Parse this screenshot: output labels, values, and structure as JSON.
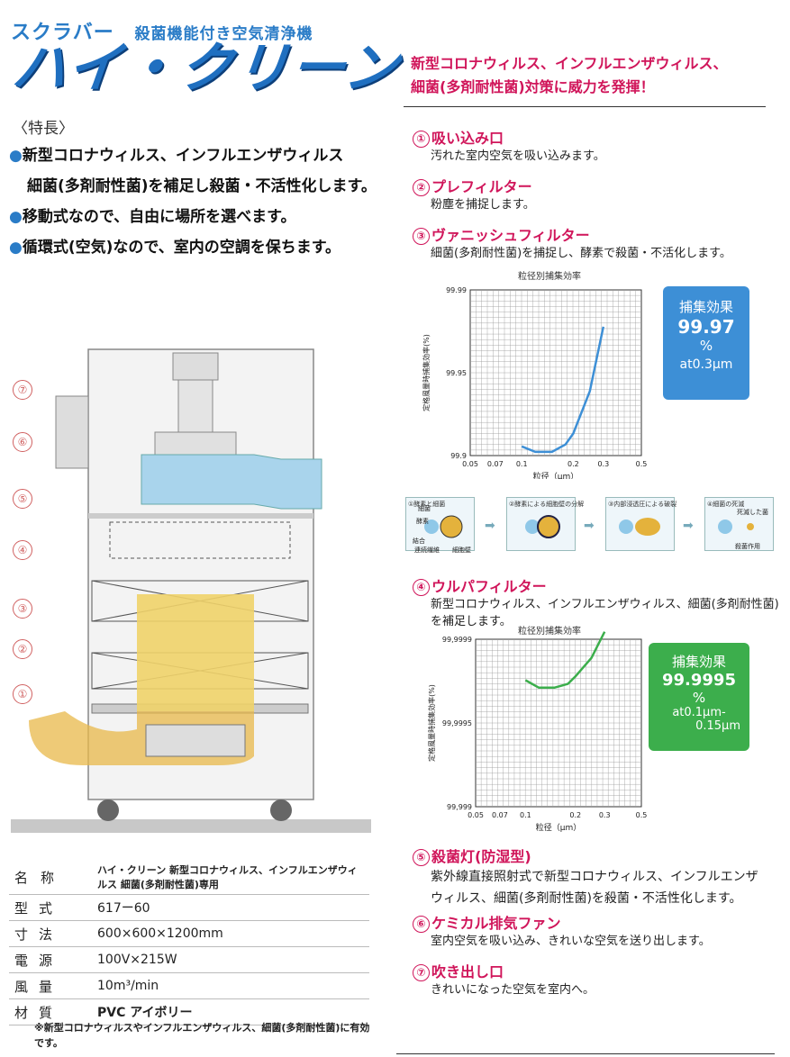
{
  "brand": {
    "name": "スクラバー",
    "subtitle": "殺菌機能付き空気清浄機",
    "logo": "ハイ・クリーン"
  },
  "headline": {
    "line1": "新型コロナウィルス、インフルエンザウィルス、",
    "line2": "細菌(多剤耐性菌)対策に威力を発揮！"
  },
  "features": {
    "title": "〈特長〉",
    "items": [
      "新型コロナウィルス、インフルエンザウィルス",
      "細菌(多剤耐性菌)を補足し殺菌・不活性化します。",
      "移動式なので、自由に場所を選べます。",
      "循環式(空気)なので、室内の空調を保ちます。"
    ]
  },
  "diagram": {
    "numbers": [
      "⑦",
      "⑥",
      "⑤",
      "④",
      "③",
      "②",
      "①"
    ]
  },
  "parts": [
    {
      "num": "①",
      "title": "吸い込み口",
      "desc": [
        "汚れた室内空気を吸い込みます。"
      ]
    },
    {
      "num": "②",
      "title": "プレフィルター",
      "desc": [
        "粉塵を捕捉します。"
      ]
    },
    {
      "num": "③",
      "title": "ヴァニッシュフィルター",
      "desc": [
        "細菌(多剤耐性菌)を捕捉し、酵素で殺菌・不活化します。"
      ]
    },
    {
      "num": "④",
      "title": "ウルパフィルター",
      "desc": [
        "新型コロナウィルス、インフルエンザウィルス、細菌(多剤耐性菌)",
        "を補足します。"
      ]
    },
    {
      "num": "⑤",
      "title": "殺菌灯(防湿型)",
      "desc": [
        "紫外線直接照射式で新型コロナウィルス、インフルエンザ",
        "ウィルス、細菌(多剤耐性菌)を殺菌・不活性化します。"
      ]
    },
    {
      "num": "⑥",
      "title": "ケミカル排気ファン",
      "desc": [
        "室内空気を吸い込み、きれいな空気を送り出します。"
      ]
    },
    {
      "num": "⑦",
      "title": "吹き出し口",
      "desc": [
        "きれいになった空気を室内へ。"
      ]
    }
  ],
  "charts_text": {
    "chart1_badge": {
      "label": "捕集効果",
      "value": "99.97",
      "unit": "%",
      "cond": "at0.3μm",
      "color": "#3d8fd6"
    },
    "chart2_badge": {
      "label": "捕集効果",
      "value": "99.9995",
      "unit": "%",
      "cond1": "at0.1μm-",
      "cond2": "0.15μm",
      "color": "#3cae4c"
    }
  },
  "process": {
    "steps": [
      "①酵素と細菌",
      "②酵素による細胞壁の分解",
      "③内部浸透圧による破裂",
      "④細菌の死滅"
    ],
    "labels": {
      "enzyme": "酵素",
      "bacteria": "細菌",
      "bond": "結合",
      "chain": "連続繊維",
      "cellwall": "細胞壁",
      "dead": "死滅した菌",
      "action": "殺菌作用"
    }
  },
  "chart_data": [
    {
      "type": "line",
      "title": "粒径別捕集効率",
      "xlabel": "粒径（μm）",
      "ylabel": "定格風量時捕集効率(%)",
      "x_ticks": [
        "0.05",
        "0.07",
        "0.1",
        "0.2",
        "0.3",
        "0.5"
      ],
      "y_ticks": [
        "99.9",
        "99.95",
        "99.99"
      ],
      "xlim": [
        0.05,
        0.5
      ],
      "ylim": [
        99.9,
        99.99
      ],
      "x_scale": "log",
      "grid": true,
      "series": [
        {
          "x": [
            0.1,
            0.12,
            0.15,
            0.18,
            0.2,
            0.25,
            0.3
          ],
          "y": [
            99.905,
            99.902,
            99.902,
            99.906,
            99.912,
            99.935,
            99.97
          ],
          "color": "#3d8fd6"
        }
      ]
    },
    {
      "type": "line",
      "title": "粒径別捕集効率",
      "xlabel": "粒径（μm）",
      "ylabel": "定格風量時捕集効率(%)",
      "x_ticks": [
        "0.05",
        "0.07",
        "0.1",
        "0.2",
        "0.3",
        "0.5"
      ],
      "y_ticks": [
        "99,999",
        "99,9995",
        "99,9999"
      ],
      "xlim": [
        0.05,
        0.5
      ],
      "ylim": [
        99.999,
        99.9999
      ],
      "x_scale": "log",
      "grid": true,
      "series": [
        {
          "x": [
            0.1,
            0.12,
            0.15,
            0.18,
            0.2,
            0.25,
            0.3
          ],
          "y": [
            99.99968,
            99.99964,
            99.99964,
            99.99966,
            99.9997,
            99.9998,
            99.99994
          ],
          "color": "#3cae4c"
        }
      ]
    }
  ],
  "spec": {
    "rows": [
      {
        "key": "名称",
        "val": "ハイ・クリーン 新型コロナウィルス、インフルエンザウィルス 細菌(多剤耐性菌)専用"
      },
      {
        "key": "型式",
        "val": "617ー60"
      },
      {
        "key": "寸法",
        "val": "600×600×1200mm"
      },
      {
        "key": "電源",
        "val": "100V×215W"
      },
      {
        "key": "風量",
        "val": "10m³/min"
      },
      {
        "key": "材質",
        "val": "PVC アイボリー"
      }
    ],
    "note": "※新型コロナウィルスやインフルエンザウィルス、細菌(多剤耐性菌)に有効です。"
  }
}
